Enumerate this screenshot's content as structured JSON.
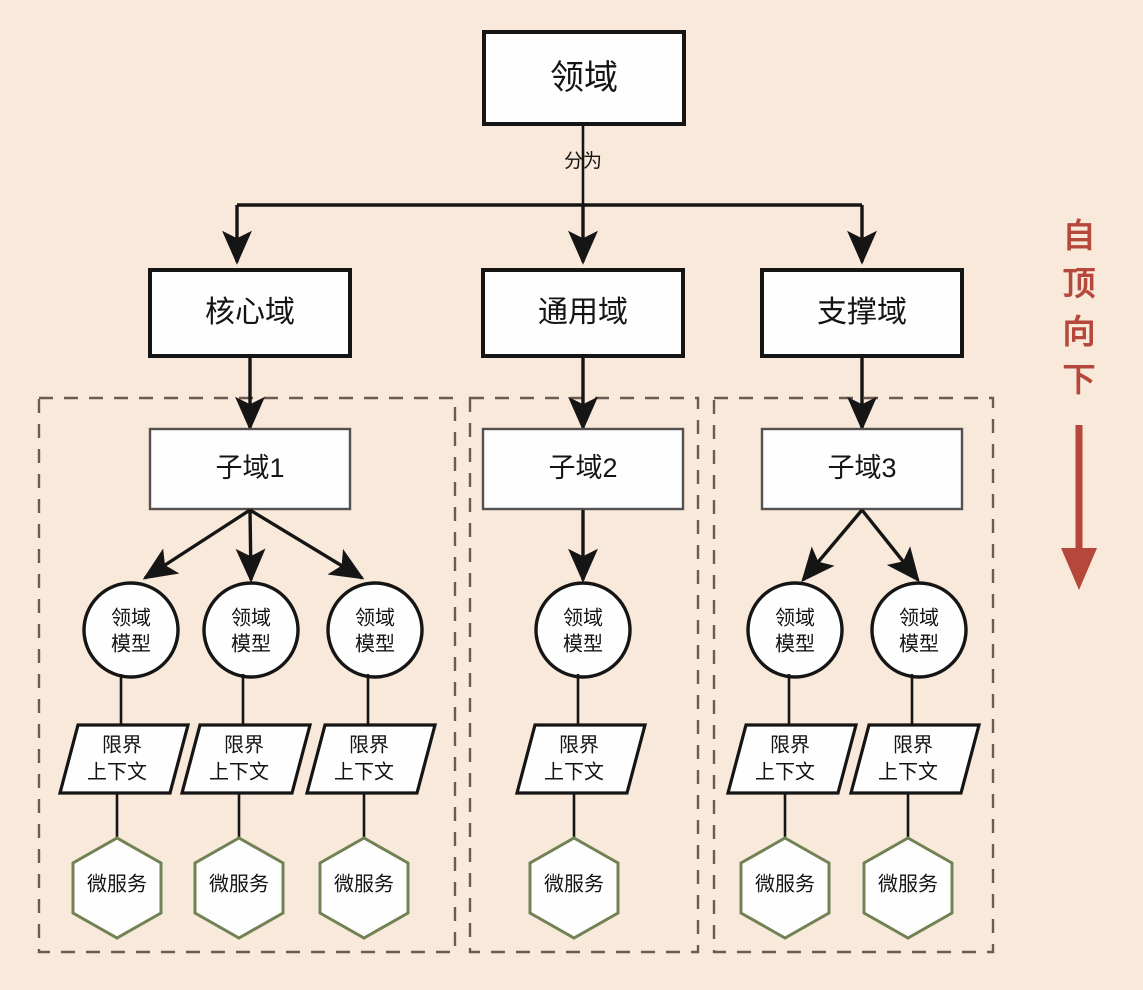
{
  "diagram": {
    "title_node": {
      "label": "领域"
    },
    "edge_labels": {
      "split_into": "分为"
    },
    "level2": [
      {
        "label": "核心域"
      },
      {
        "label": "通用域"
      },
      {
        "label": "支撑域"
      }
    ],
    "subdomains": [
      {
        "label": "子域1",
        "models": 3
      },
      {
        "label": "子域2",
        "models": 1
      },
      {
        "label": "子域3",
        "models": 2
      }
    ],
    "model_label_line1": "领域",
    "model_label_line2": "模型",
    "context_label_line1": "限界",
    "context_label_line2": "上下文",
    "microservice_label": "微服务",
    "side_note": {
      "chars": [
        "自",
        "顶",
        "向",
        "下"
      ],
      "text": "自顶向下"
    },
    "colors": {
      "background": "#F8E9DB",
      "stroke": "#151515",
      "group_dash": "#6B5B52",
      "microservice_stroke": "#718255",
      "accent_red": "#B5483A"
    }
  }
}
